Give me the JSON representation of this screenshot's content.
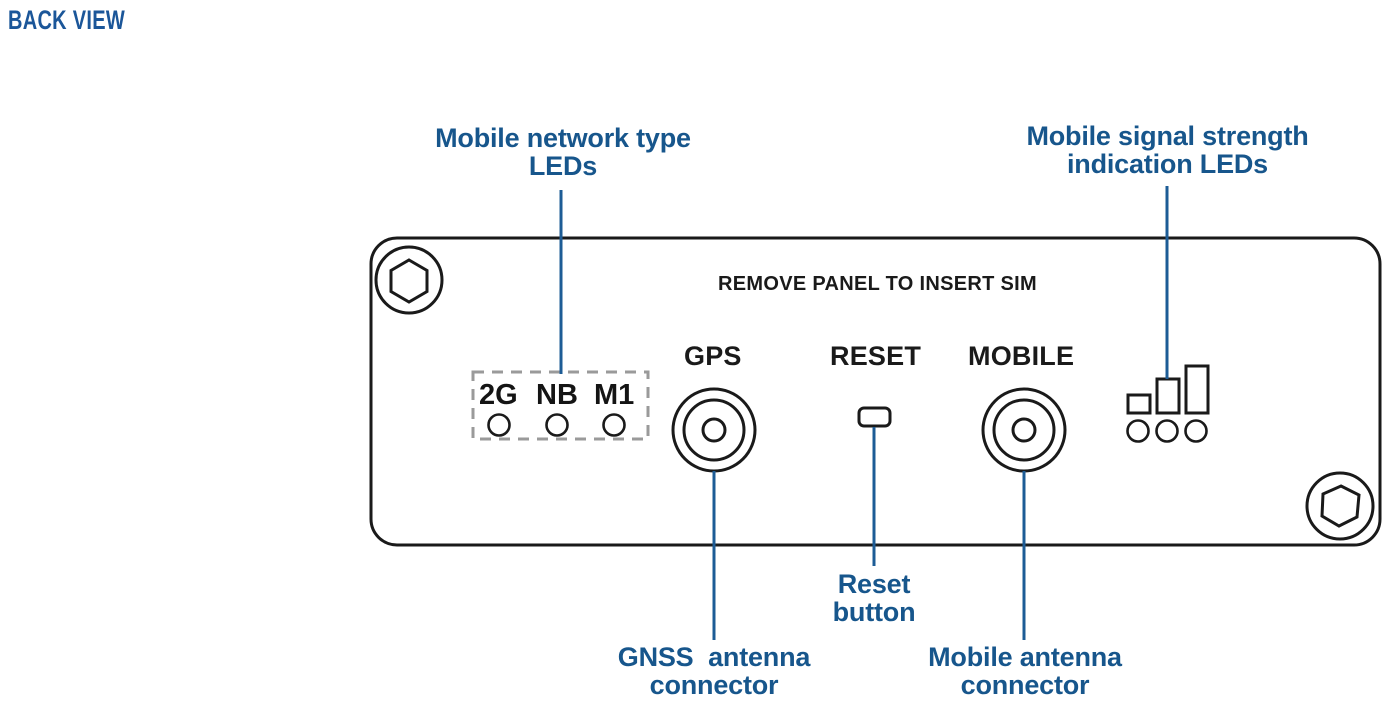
{
  "page": {
    "title": "BACK VIEW",
    "background_color": "#ffffff",
    "accent_blue": "#17568c",
    "line_black": "#1a1a1a",
    "dashed_gray": "#9a9a9a"
  },
  "device_panel": {
    "name": "router-back-panel",
    "sim_notice": "REMOVE PANEL TO INSERT SIM",
    "screws": [
      {
        "name": "hex-screw-top-left",
        "position": "top-left"
      },
      {
        "name": "hex-screw-bottom-right",
        "position": "bottom-right"
      }
    ],
    "network_type_leds": {
      "labels": [
        "2G",
        "NB",
        "M1"
      ],
      "led_count": 3,
      "dashed_outline": true
    },
    "ports": [
      {
        "name": "gps-connector",
        "label": "GPS",
        "type": "coaxial-connector"
      },
      {
        "name": "reset-button",
        "label": "RESET",
        "type": "button"
      },
      {
        "name": "mobile-connector",
        "label": "MOBILE",
        "type": "coaxial-connector"
      }
    ],
    "signal_strength_indicator": {
      "bars": 3,
      "led_count": 3
    }
  },
  "callouts": [
    {
      "id": "mobile-network-type-leds",
      "lines": [
        "Mobile network type",
        "LEDs"
      ],
      "text": "Mobile network type\nLEDs",
      "anchor": "top"
    },
    {
      "id": "mobile-signal-strength-indication-leds",
      "lines": [
        "Mobile signal strength",
        "indication LEDs"
      ],
      "text": "Mobile signal strength\nindication LEDs",
      "anchor": "top"
    },
    {
      "id": "gnss-antenna-connector",
      "lines": [
        "GNSS  antenna",
        "connector"
      ],
      "text": "GNSS  antenna\nconnector",
      "anchor": "bottom"
    },
    {
      "id": "reset-button",
      "lines": [
        "Reset",
        "button"
      ],
      "text": "Reset\nbutton",
      "anchor": "bottom"
    },
    {
      "id": "mobile-antenna-connector",
      "lines": [
        "Mobile antenna",
        "connector"
      ],
      "text": "Mobile antenna\nconnector",
      "anchor": "bottom"
    }
  ]
}
